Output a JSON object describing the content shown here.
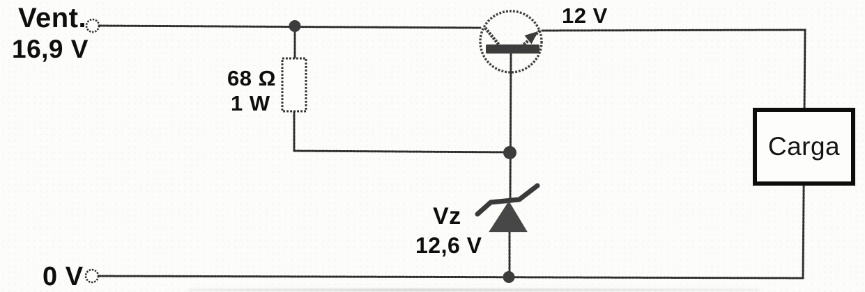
{
  "diagram": {
    "kind": "voltage-regulator-circuit-schematic",
    "labels": {
      "input_name": "Vent.",
      "input_voltage": "16,9 V",
      "resistor_value": "68 Ω",
      "resistor_power": "1 W",
      "output_voltage": "12 V",
      "zener_name": "Vz",
      "zener_voltage": "12,6 V",
      "ground_voltage": "0 V",
      "load": "Carga"
    },
    "components": [
      {
        "name": "input-terminal",
        "kind": "open-terminal",
        "label": "Vent. 16,9 V"
      },
      {
        "name": "series-resistor",
        "kind": "resistor",
        "value": "68 Ω",
        "power": "1 W"
      },
      {
        "name": "pass-transistor",
        "kind": "npn-transistor"
      },
      {
        "name": "zener-reference",
        "kind": "zener-diode",
        "label": "Vz",
        "voltage": "12,6 V"
      },
      {
        "name": "output-net",
        "kind": "net-label",
        "voltage": "12 V"
      },
      {
        "name": "load",
        "kind": "block",
        "label": "Carga"
      },
      {
        "name": "ground-terminal",
        "kind": "open-terminal",
        "label": "0 V"
      }
    ],
    "colors": {
      "paper": "#fcfcfa",
      "wire": "#2e2e2e",
      "symbol_fill": "#3c3c3c",
      "text": "#0e0e0e"
    }
  }
}
